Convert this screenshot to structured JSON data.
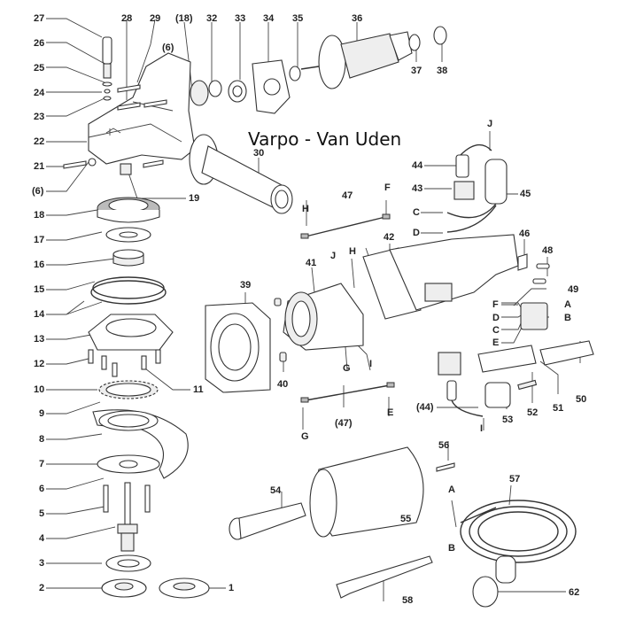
{
  "title": "Angle grinder exploded parts diagram",
  "watermark": "Varpo - Van Uden",
  "callouts": {
    "p27": "27",
    "p26": "26",
    "p25": "25",
    "p24": "24",
    "p23": "23",
    "p22": "22",
    "p21": "21",
    "p6a": "(6)",
    "p28": "28",
    "p29": "29",
    "p6b": "(6)",
    "p18a": "(18)",
    "p32": "32",
    "p33": "33",
    "p34": "34",
    "p35": "35",
    "p36": "36",
    "p37": "37",
    "p38": "38",
    "p19": "19",
    "p30": "30",
    "p18": "18",
    "p17": "17",
    "p16": "16",
    "p15": "15",
    "p14": "14",
    "p13": "13",
    "p12": "12",
    "p11": "11",
    "p10": "10",
    "p9": "9",
    "p8": "8",
    "p7": "7",
    "p6": "6",
    "p5": "5",
    "p4": "4",
    "p3": "3",
    "p2": "2",
    "p1": "1",
    "p39": "39",
    "p40": "40",
    "p41": "41",
    "p42": "42",
    "p43": "43",
    "p44": "44",
    "p44b": "(44)",
    "p45": "45",
    "p46": "46",
    "p47": "47",
    "p47b": "(47)",
    "p48": "48",
    "p49": "49",
    "p50": "50",
    "p51": "51",
    "p52": "52",
    "p53": "53",
    "p54": "54",
    "p55": "55",
    "p56": "56",
    "p57": "57",
    "p58": "58",
    "p62": "62"
  },
  "wire_letters": {
    "J_top": "J",
    "F_top": "F",
    "H_left": "H",
    "C_left": "C",
    "D_left": "D",
    "J_stator": "J",
    "H_stator": "H",
    "G_stator": "G",
    "I_stator": "I",
    "F_sw": "F",
    "D_sw": "D",
    "C_sw": "C",
    "E_sw": "E",
    "A_sw": "A",
    "B_sw": "B",
    "G_wire": "G",
    "E_wire": "E",
    "I_wire": "I",
    "A_cord": "A",
    "B_cord": "B"
  }
}
